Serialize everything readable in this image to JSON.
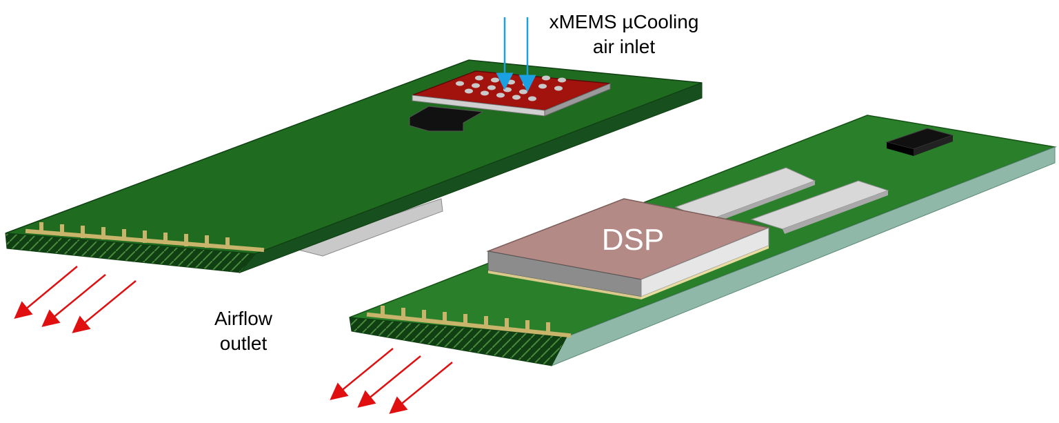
{
  "labels": {
    "inlet_line1": "xMEMS µCooling",
    "inlet_line2": "air inlet",
    "outlet_line1": "Airflow",
    "outlet_line2": "outlet",
    "dsp": "DSP"
  },
  "colors": {
    "board_top": "#1f6b1f",
    "board_side": "#184f1e",
    "board_right_top": "#2a7f2a",
    "board_right_side": "#8fb8a8",
    "red_cap": "#a3130e",
    "dsp_top": "#b48a86",
    "silver": "#d8d8d8",
    "gold": "#c8b46a",
    "inlet_arrow": "#1ba1e2",
    "outlet_arrow": "#e01010"
  }
}
